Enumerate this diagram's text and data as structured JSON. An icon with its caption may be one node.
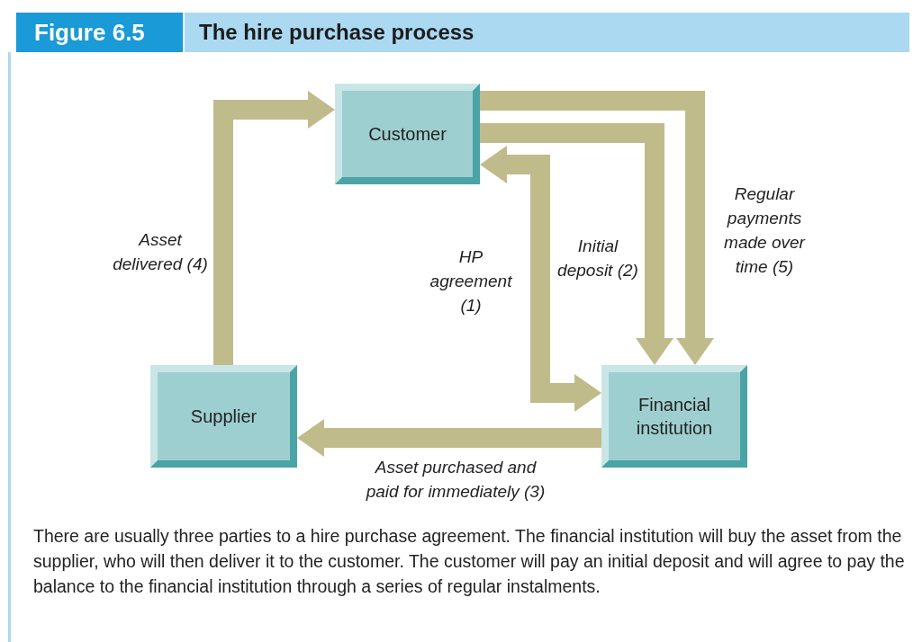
{
  "diagram": {
    "title": "The hire purchase process",
    "caption": "There are usually three parties to a hire purchase agreement. The financial institution will buy the asset from the supplier, who will then deliver it to the customer. The customer will pay an initial deposit and will agree to pay the balance to the financial institution through a series of regular instalments.",
    "nodes": [
      {
        "text": [
          "Customer"
        ]
      },
      {
        "text": [
          "Supplier"
        ]
      },
      {
        "text": [
          "Financial institution"
        ]
      }
    ],
    "edges": [
      {
        "from": 1,
        "to": 0,
        "arrow": "to",
        "label": "Asset delivered (4)"
      },
      {
        "from": 0,
        "to": 2,
        "arrow": "both",
        "label": "HP agreement (1)"
      },
      {
        "from": 0,
        "to": 2,
        "arrow": "to",
        "label": "Initial deposit (2)"
      },
      {
        "from": 0,
        "to": 2,
        "arrow": "to",
        "label": "Regular payments made over time (5)"
      },
      {
        "from": 2,
        "to": 1,
        "arrow": "to",
        "label": "Asset purchased and paid for immediately (3)"
      }
    ],
    "labels": [
      "Figure 6.5"
    ]
  }
}
